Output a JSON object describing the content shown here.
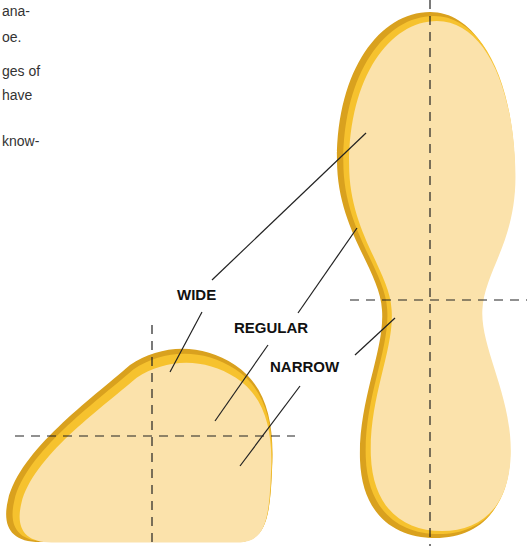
{
  "diagram": {
    "labels": [
      "ana-",
      "oe.",
      "ges of",
      "have",
      "know-",
      "WIDE",
      "REGULAR",
      "NARROW"
    ]
  }
}
